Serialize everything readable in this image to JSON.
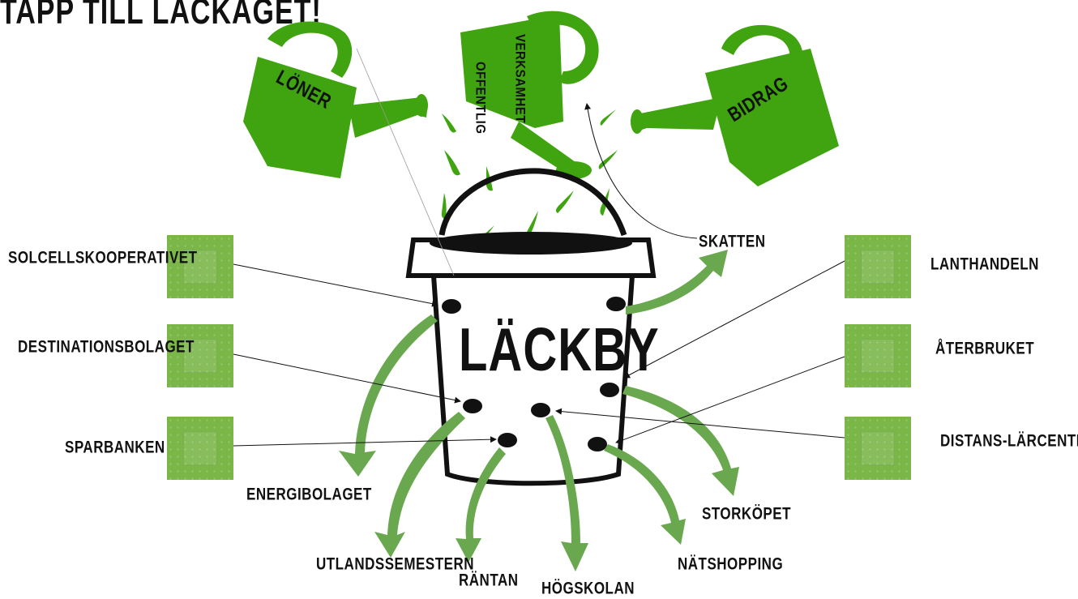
{
  "title": "TAPP TILL LÄCKAGET!",
  "bucket_label": "LÄCKBY",
  "cans": {
    "left": "LÖNER",
    "middle_line1": "OFFENTLIG",
    "middle_line2": "VERKSAMHET",
    "right": "BIDRAG"
  },
  "plugs_left": [
    "SOLCELLSKOOPERATIVET",
    "DESTINATIONSBOLAGET",
    "SPARBANKEN"
  ],
  "plugs_right": [
    "LANTHANDELN",
    "ÅTERBRUKET",
    "DISTANS-LÄRCENTRA"
  ],
  "leaks": {
    "skatten": "SKATTEN",
    "energibolaget": "ENERGIBOLAGET",
    "utlandssemestern": "UTLANDSSEMESTERN",
    "rantan": "RÄNTAN",
    "hogskolan": "HÖGSKOLAN",
    "natshopping": "NÄTSHOPPING",
    "storkopet": "STORKÖPET"
  },
  "colors": {
    "green_dark": "#3fa40f",
    "green_arrow": "#6aa84f",
    "square": "#7ab648",
    "ink": "#111111"
  }
}
